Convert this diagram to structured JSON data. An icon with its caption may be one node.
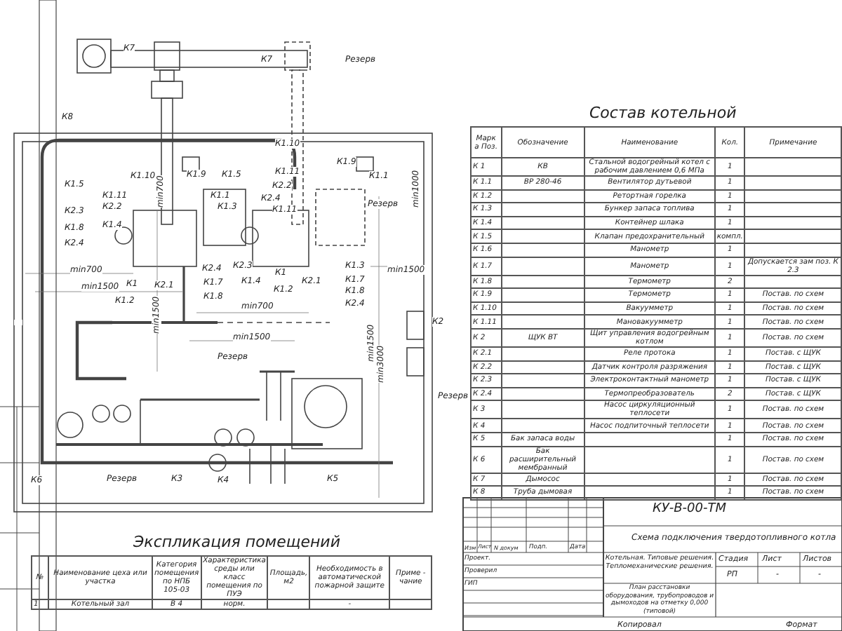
{
  "diagram": {
    "labels": [
      "К7",
      "К7",
      "Резерв",
      "К8",
      "К1.10",
      "К1.9",
      "К1.1",
      "min1000",
      "К1.5",
      "К1.10",
      "К1.9",
      "К1.5",
      "К1.11",
      "Резерв",
      "К1.11",
      "К1.1",
      "К2.2",
      "К2.3",
      "К2.2",
      "К1.3",
      "К2.4",
      "К1.11",
      "min700",
      "К1.4",
      "К1.8",
      "К2.4",
      "min700",
      "К2.4",
      "К2.3",
      "К1",
      "К1.3",
      "min1500",
      "min1500",
      "К1",
      "К2.1",
      "К1.7",
      "К1.4",
      "К1.2",
      "К2.1",
      "К1.7",
      "К1.2",
      "К1.8",
      "min1500",
      "min700",
      "К1.8",
      "К2.4",
      "К2",
      "min1500",
      "min1500",
      "min3000",
      "Резерв",
      "Резерв",
      "К6",
      "Резерв",
      "К3",
      "К4",
      "К5",
      "Состав котельной",
      "Марк а Поз.",
      "Обозначение",
      "Наименование",
      "Кол.",
      "Примечание",
      "К 1",
      "КВ",
      "Стальной водогрейный котел с рабочим давлением 0,6 МПа",
      "1",
      "К 1.1",
      "ВР 280-46",
      "Вентилятор дутьевой",
      "1",
      "К 1.2",
      "Ретортная горелка",
      "1",
      "К 1.3",
      "Бункер запаса топлива",
      "1",
      "К 1.4",
      "Контейнер шлака",
      "1",
      "К 1.5",
      "Клапан предохранительный",
      "компл.",
      "К 1.6",
      "Манометр",
      "1",
      "К 1.7",
      "Манометр",
      "1",
      "Допускается зам поз. К 2.3",
      "К 1.8",
      "Термометр",
      "2",
      "К 1.9",
      "Термометр",
      "1",
      "Постав. по схем",
      "К 1.10",
      "Вакуумметр",
      "1",
      "Постав. по схем",
      "К 1.11",
      "Мановакуумметр",
      "1",
      "Постав. по схем",
      "К 2",
      "ЩУК ВТ",
      "Щит управления водогрейным котлом",
      "1",
      "Постав. по схем",
      "К 2.1",
      "Реле протока",
      "1",
      "Постав. с ЩУК",
      "К 2.2",
      "Датчик контроля разряжения",
      "1",
      "Постав. с ЩУК",
      "К 2.3",
      "Электроконтактный манометр",
      "1",
      "Постав. с ЩУК",
      "К 2.4",
      "Термопреобразователь",
      "2",
      "Постав. с ЩУК",
      "К 3",
      "Насос циркуляционный теплосети",
      "1",
      "Постав. по схем",
      "К 4",
      "Насос подпиточный теплосети",
      "1",
      "Постав. по схем",
      "К 5",
      "Бак запаса воды",
      "1",
      "Постав. по схем",
      "К 6",
      "Бак расширительный мембранный",
      "1",
      "Постав. по схем",
      "К 7",
      "Дымосос",
      "1",
      "Постав. по схем",
      "К 8",
      "Труба дымовая",
      "1",
      "Постав. по схем",
      "Экспликация помещений",
      "№",
      "Наименование цеха или участка",
      "Категория помещения по НПБ 105-03",
      "Характеристика среды или класс помещения по ПУЭ",
      "Площадь, м2",
      "Необходимость в автоматической пожарной защите",
      "Приме - чание",
      "1",
      "Котельный зал",
      "В 4",
      "норм.",
      "-",
      "КУ-В-00-ТМ",
      "Схема подключения твердотопливного котла",
      "Изм",
      "Лист",
      "N докум",
      "Подп.",
      "Дата",
      "Проект.",
      "Проверил",
      "ГИП",
      "Котельная. Типовые решения. Тепломеханические решения.",
      "Стадия",
      "Лист",
      "Листов",
      "РП",
      "-",
      "-",
      "План расстановки оборудования, трубопроводов и дымоходов на отметку 0,000 (типовой)",
      "Копировал",
      "Формат"
    ]
  }
}
